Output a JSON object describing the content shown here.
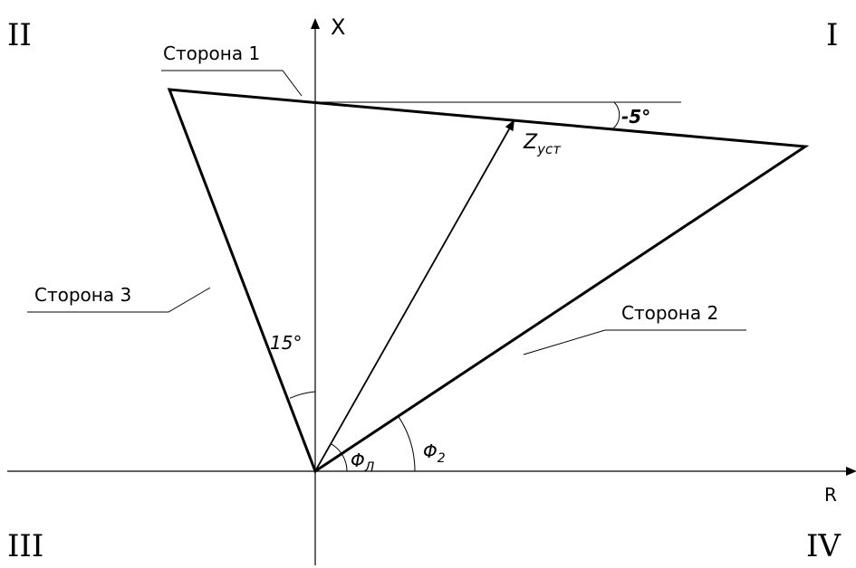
{
  "axes": {
    "x_label": "X",
    "r_label": "R"
  },
  "quadrants": {
    "q1": "I",
    "q2": "II",
    "q3": "III",
    "q4": "IV"
  },
  "sides": {
    "side1": "Сторона 1",
    "side2": "Сторона 2",
    "side3": "Сторона 3"
  },
  "angles": {
    "side1_angle": "-5°",
    "side3_angle": "15°",
    "phi_l": "Φ",
    "phi_l_sub": "Л",
    "phi_2": "Φ",
    "phi_2_sub": "2"
  },
  "vector": {
    "label": "Z",
    "label_sub": "уст"
  }
}
